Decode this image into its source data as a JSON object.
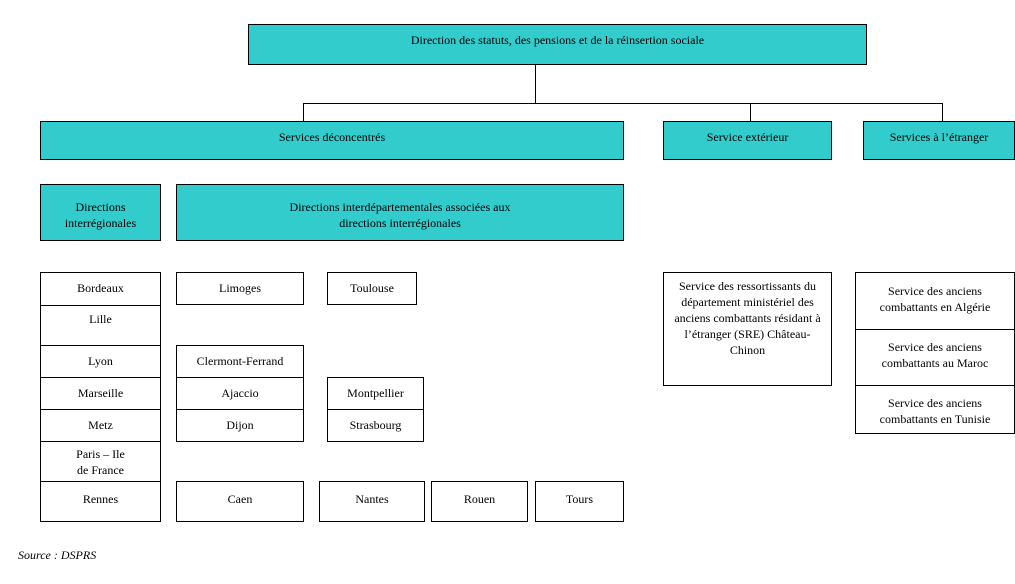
{
  "top": "Direction des statuts, des pensions et de la réinsertion sociale",
  "branches": {
    "deconcentres": "Services déconcentrés",
    "exterieur": "Service extérieur",
    "etranger": "Services à l’étranger"
  },
  "headers": {
    "interregionales": "Directions interrégionales",
    "interdepartementales": "Directions interdépartementales associées aux directions interrégionales"
  },
  "regions": [
    "Bordeaux",
    "Lille",
    "Lyon",
    "Marseille",
    "Metz",
    "Paris – Ile de France",
    "Rennes"
  ],
  "departments": {
    "limoges": "Limoges",
    "toulouse": "Toulouse",
    "clermont": "Clermont-Ferrand",
    "ajaccio": "Ajaccio",
    "montpellier": "Montpellier",
    "dijon": "Dijon",
    "strasbourg": "Strasbourg",
    "caen": "Caen",
    "nantes": "Nantes",
    "rouen": "Rouen",
    "tours": "Tours"
  },
  "sre": "Service des ressortissants du département ministériel des anciens combattants résidant à l’étranger (SRE) Château-Chinon",
  "abroad": [
    "Service des anciens combattants en Algérie",
    "Service des anciens combattants au Maroc",
    "Service des anciens combattants en Tunisie"
  ],
  "source": "Source : DSPRS"
}
